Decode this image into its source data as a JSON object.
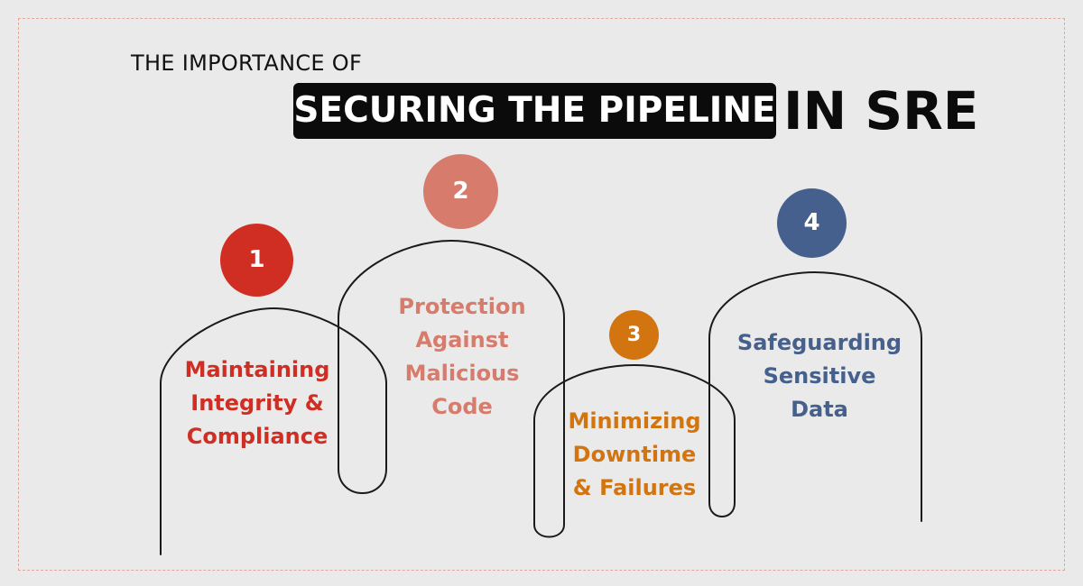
{
  "header": {
    "kicker": "THE IMPORTANCE OF",
    "highlight": "SECURING THE PIPELINE",
    "tail": "IN SRE"
  },
  "steps": [
    {
      "number": "1",
      "lines": [
        "Maintaining",
        "Integrity &",
        "Compliance"
      ],
      "color": "#d02e23"
    },
    {
      "number": "2",
      "lines": [
        "Protection",
        "Against",
        "Malicious",
        "Code"
      ],
      "color": "#d77c6c"
    },
    {
      "number": "3",
      "lines": [
        "Minimizing",
        "Downtime",
        "& Failures"
      ],
      "color": "#d27410"
    },
    {
      "number": "4",
      "lines": [
        "Safeguarding",
        "Sensitive",
        "Data"
      ],
      "color": "#45608c"
    }
  ],
  "colors": {
    "background": "#eaeaea",
    "title_box": "#0b0b0b",
    "arch_stroke": "#1a1a1a",
    "frame_border": "#e2a89b"
  }
}
